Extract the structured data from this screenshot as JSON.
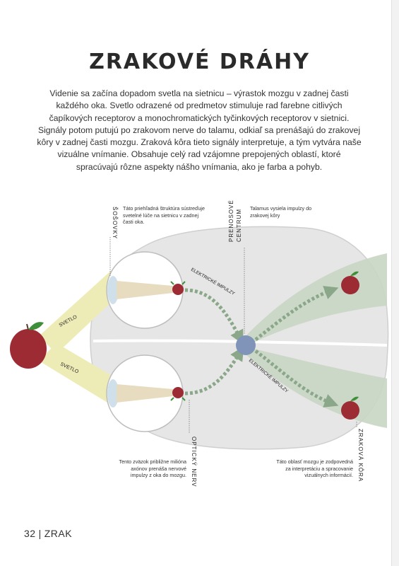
{
  "page": {
    "title": "ZRAKOVÉ DRÁHY",
    "intro": "Videnie sa začína dopadom svetla na sietnicu – výrastok mozgu v zadnej časti každého oka. Svetlo odrazené od predmetov stimuluje rad farebne citlivých čapíkových receptorov a monochromatických tyčinkových receptorov v sietnici. Signály potom putujú po zrakovom nerve do talamu, odkiaľ sa prenášajú do zrakovej kôry v zadnej časti mozgu. Zraková kôra tieto signály interpretuje, a tým vytvára naše vizuálne vnímanie. Obsahuje celý rad vzájomne prepojených oblastí, ktoré spracúvajú rôzne aspekty nášho vnímania, ako je farba a pohyb."
  },
  "labels": {
    "sosovky": "ŠOŠOVKY",
    "sosovky_desc": "Táto priehľadná štruktúra sústreďuje svetelné lúče na sietnicu v zadnej časti oka.",
    "centrum_line1": "PRENOSOVÉ",
    "centrum_line2": "CENTRUM",
    "centrum_desc": "Talamus vysiela impulzy do zrakovej kôry",
    "svetlo_top": "SVETLO",
    "svetlo_bottom": "SVETLO",
    "impulzy_top": "ELEKTRICKÉ IMPULZY",
    "impulzy_bottom": "ELEKTRICKÉ IMPULZY",
    "opticky_nerv": "OPTICKÝ NERV",
    "nerv_desc": "Tento zväzok približne milióna axónov prenáša nervové impulzy z oka do mozgu.",
    "kora": "ZRAKOVÁ KÔRA",
    "kora_desc": "Táto oblasť mozgu je zodpovedná za interpretáciu a spracovanie vizuálnych informácií."
  },
  "footer": {
    "page_number": "32",
    "separator": "|",
    "section": "ZRAK"
  },
  "colors": {
    "brain": "#e6e6e6",
    "brain_outline": "#cfcfcf",
    "light_beam": "#eeecb6",
    "eye_outline": "#bdbdbd",
    "eye_fill": "#ffffff",
    "lens": "#cfe0ea",
    "cortex_band": "#c9d6c3",
    "nerve_dots": "#8aa889",
    "thalamus": "#7f94b8",
    "apple": "#9c2b33",
    "leaf": "#3f8f3a"
  }
}
